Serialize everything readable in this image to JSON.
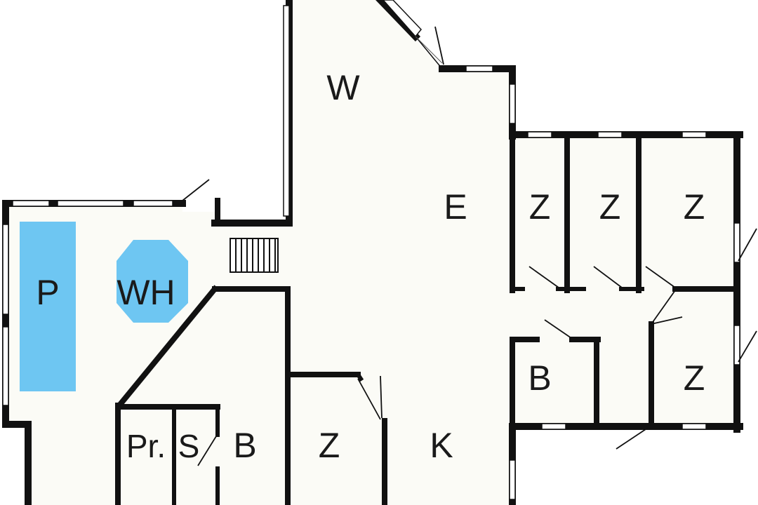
{
  "colors": {
    "floor": "#fbfbf6",
    "wall": "#111111",
    "window": "#ffffff",
    "fixture": "#6ec6f2",
    "background": "#ffffff"
  },
  "rooms": {
    "W": "W",
    "E": "E",
    "Z1": "Z",
    "Z2": "Z",
    "Z3": "Z",
    "Z4": "Z",
    "Z5": "Z",
    "B1": "B",
    "B2": "B",
    "K": "K",
    "P": "P",
    "WH": "WH",
    "Pr": "Pr.",
    "S": "S"
  }
}
